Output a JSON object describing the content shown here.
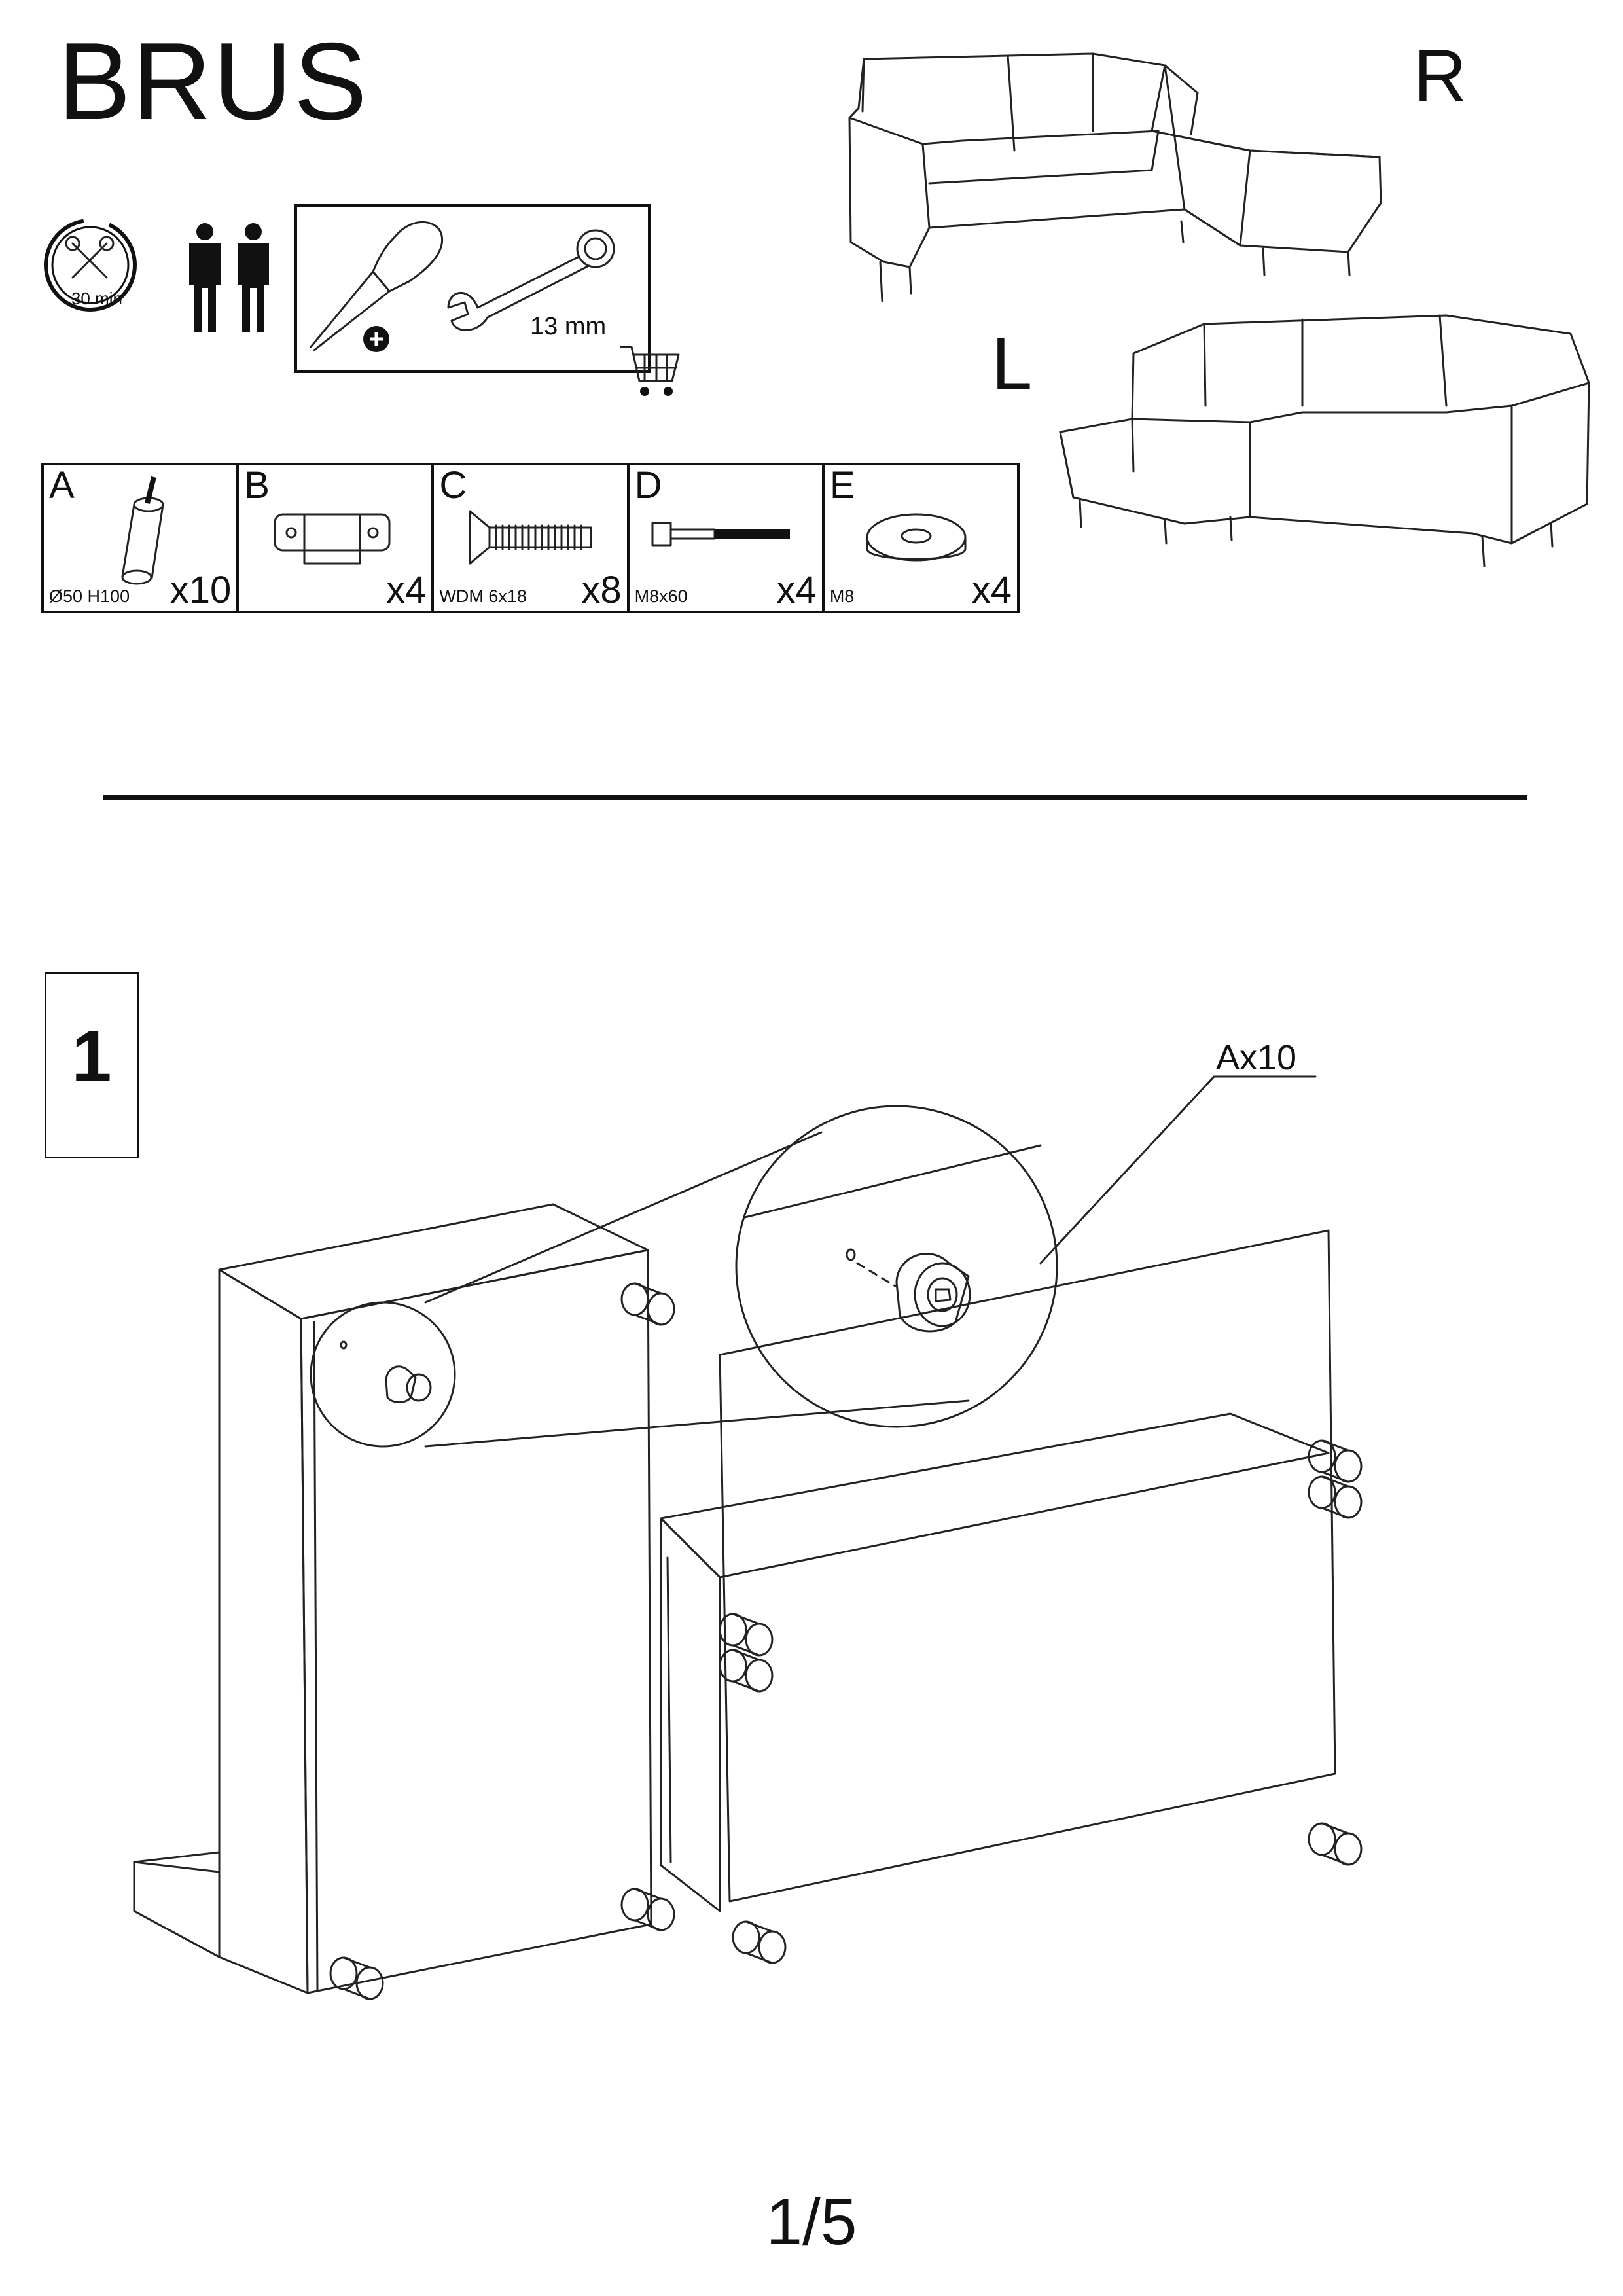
{
  "header": {
    "title": "BRUS",
    "variant_right": "R",
    "variant_left": "L"
  },
  "requirements": {
    "time": "30 min",
    "wrench_size": "13 mm",
    "icons": [
      "clock-tools-icon",
      "two-persons-icon",
      "phillips-screwdriver-icon",
      "wrench-icon",
      "shopping-cart-icon"
    ]
  },
  "parts": [
    {
      "letter": "A",
      "spec": "Ø50 H100",
      "qty": "x10",
      "icon": "sofa-leg-icon"
    },
    {
      "letter": "B",
      "spec": "",
      "qty": "x4",
      "icon": "connector-bracket-icon"
    },
    {
      "letter": "C",
      "spec": "WDM 6x18",
      "qty": "x8",
      "icon": "countersunk-screw-icon"
    },
    {
      "letter": "D",
      "spec": "M8x60",
      "qty": "x4",
      "icon": "bolt-icon"
    },
    {
      "letter": "E",
      "spec": "M8",
      "qty": "x4",
      "icon": "washer-icon"
    }
  ],
  "step": {
    "number": "1",
    "callout": "Ax10"
  },
  "footer": {
    "page": "1/5"
  }
}
